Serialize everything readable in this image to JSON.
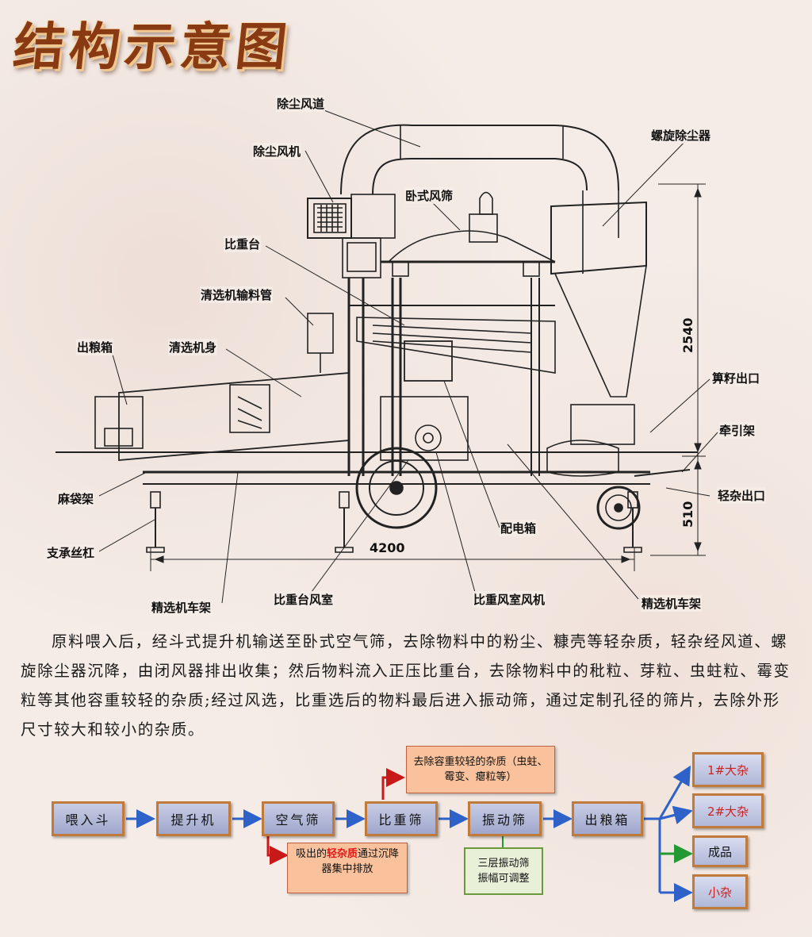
{
  "title": "结构示意图",
  "labels": {
    "dust_duct": "除尘风道",
    "dust_fan": "除尘风机",
    "horizontal_air_screen": "卧式风筛",
    "spiral_dust_collector": "螺旋除尘器",
    "gravity_table": "比重台",
    "cleaner_feed_pipe": "清选机输料管",
    "grain_outlet_box": "出粮箱",
    "cleaner_body": "清选机身",
    "seed_outlet": "箅籽出口",
    "tow_frame": "牵引架",
    "light_impurity_outlet": "轻杂出口",
    "sack_rack": "麻袋架",
    "support_screw": "支承丝杠",
    "electric_box": "配电箱",
    "selector_frame_left": "精选机车架",
    "gravity_air_chamber": "比重台风室",
    "gravity_chamber_fan": "比重风室风机",
    "selector_frame_right": "精选机车架"
  },
  "dimensions": {
    "height": "2540",
    "low_height": "510",
    "length": "4200"
  },
  "description": "原料喂入后，经斗式提升机输送至卧式空气筛，去除物料中的粉尘、糠壳等轻杂质，轻杂经风道、螺旋除尘器沉降，由闭风器排出收集；然后物料流入正压比重台，去除物料中的秕粒、芽粒、虫蛀粒、霉变粒等其他容重较轻的杂质;经过风选，比重选后的物料最后进入振动筛，通过定制孔径的筛片，去除外形尺寸较大和较小的杂质。",
  "flow": {
    "steps": [
      "喂入斗",
      "提升机",
      "空气筛",
      "比重筛",
      "振动筛",
      "出粮箱"
    ],
    "gravity_note": "去除容重较轻的杂质（虫蛀、霉变、瘪粒等）",
    "air_note_pre": "吸出的",
    "air_note_highlight": "轻杂质",
    "air_note_post": "通过沉降器集中排放",
    "vib_note": "三层振动筛振幅可调整",
    "outputs": [
      "1#大杂",
      "2#大杂",
      "成品",
      "小杂"
    ]
  },
  "colors": {
    "arrow_blue": "#2e62c8",
    "arrow_red": "#c81818",
    "arrow_green": "#229933",
    "box_border": "#c07a3c"
  }
}
